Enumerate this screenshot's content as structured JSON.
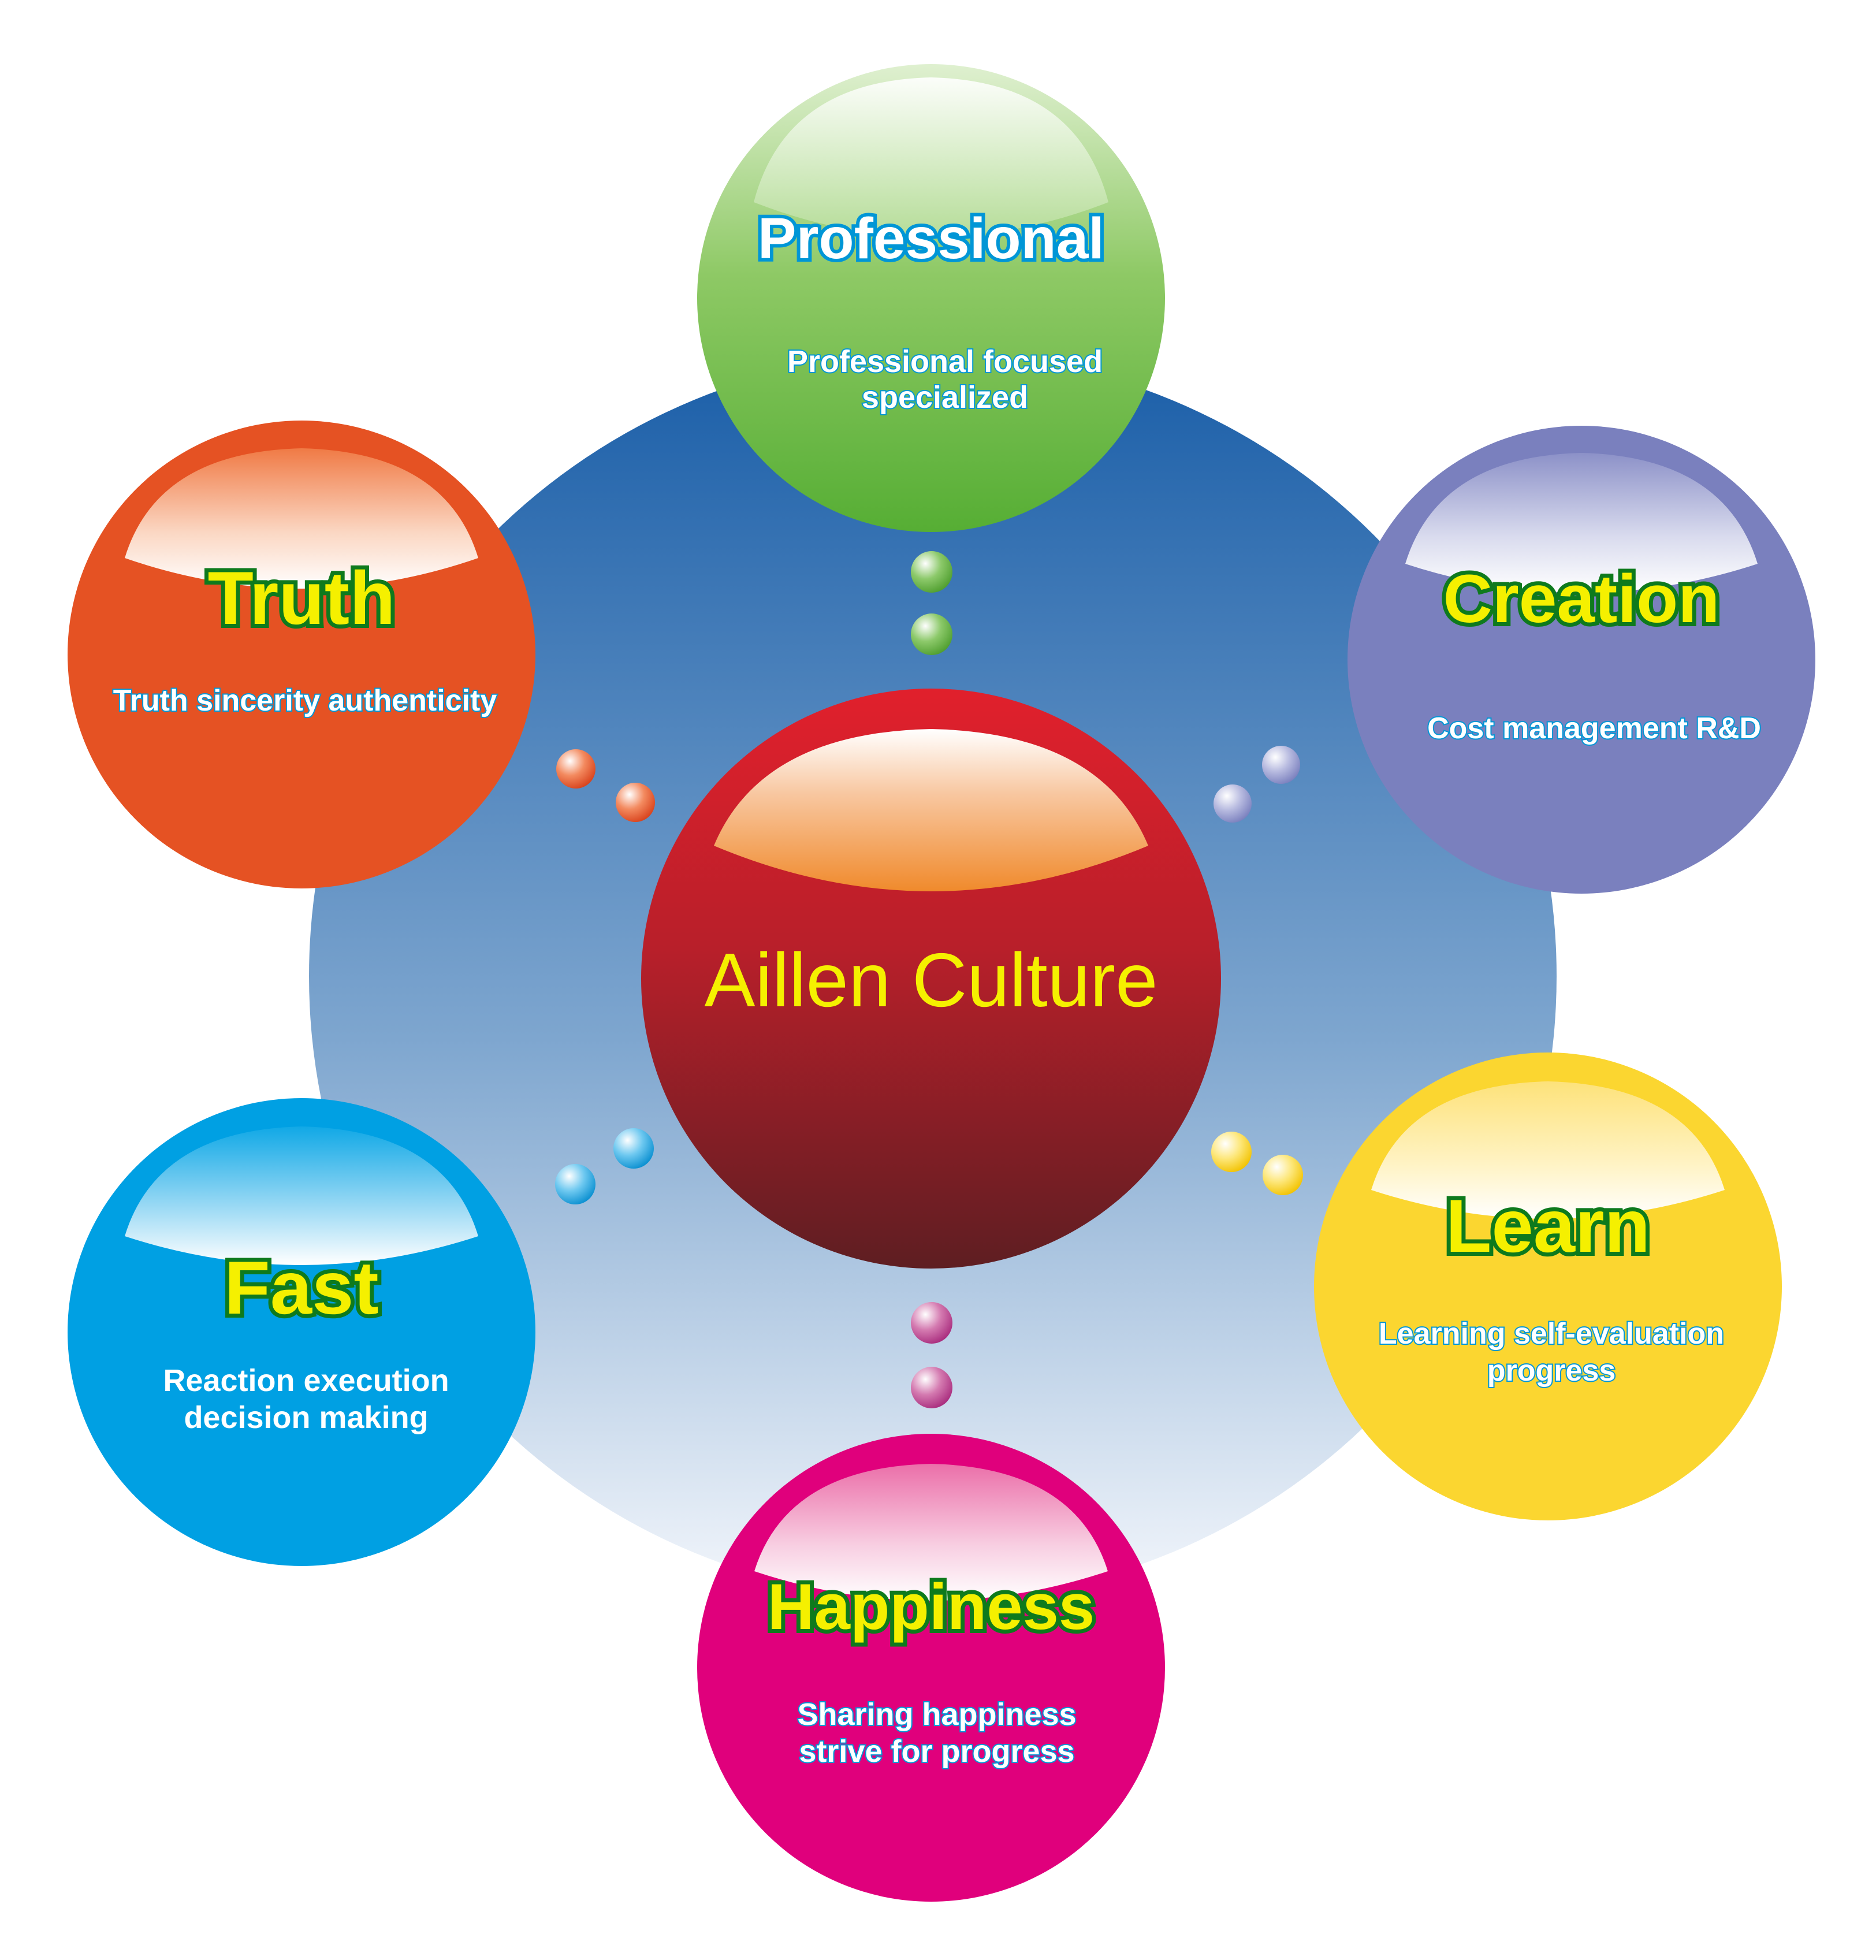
{
  "center": {
    "title": "Aillen Culture"
  },
  "nodes": {
    "professional": {
      "title": "Professional",
      "line1": "Professional focused",
      "line2": "specialized"
    },
    "creation": {
      "title": "Creation",
      "line1": "Cost management R&D"
    },
    "learn": {
      "title": "Learn",
      "line1": "Learning self-evaluation",
      "line2": "progress"
    },
    "happiness": {
      "title": "Happiness",
      "line1": "Sharing happiness",
      "line2": "strive for progress"
    },
    "fast": {
      "title": "Fast",
      "line1": "Reaction execution",
      "line2": "decision making"
    },
    "truth": {
      "title": "Truth",
      "line1": "Truth sincerity authenticity"
    }
  },
  "colors": {
    "hub_top": "#1a5ea8",
    "hub_bottom": "#f4f7fc",
    "center": "#d71f2a",
    "professional": "#64b23d",
    "creation": "#7a80be",
    "learn": "#fbd630",
    "happiness": "#e0007c",
    "fast": "#00a0e3",
    "truth": "#e55223",
    "title_fill": "#f5f000",
    "title_stroke": "#0e7a1d",
    "professional_title_fill": "#ffffff",
    "professional_title_stroke": "#0096d6"
  }
}
